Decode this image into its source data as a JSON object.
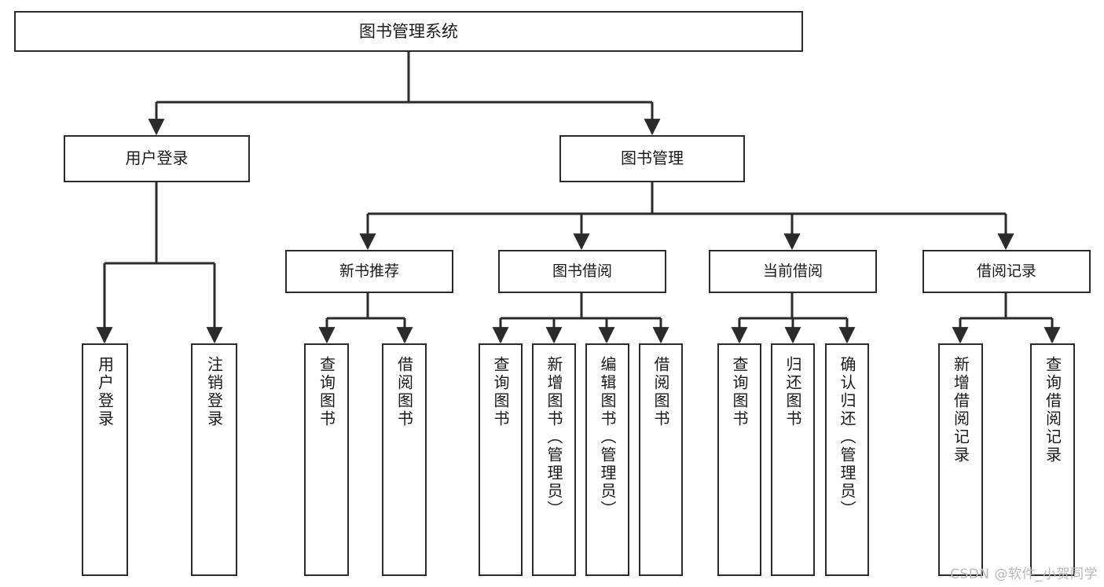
{
  "diagram": {
    "title": "图书管理系统",
    "type": "tree",
    "colors": {
      "box_border": "#2b2b2b",
      "box_fill": "#ffffff",
      "line": "#2b2b2b",
      "text": "#1a1a1a",
      "watermark": "#b9b9b9",
      "background": "#ffffff"
    },
    "nodes": {
      "root": {
        "label": "图书管理系统"
      },
      "level1": [
        {
          "id": "user-login",
          "label": "用户登录"
        },
        {
          "id": "book-manage",
          "label": "图书管理"
        }
      ],
      "level2": [
        {
          "id": "new-book-rec",
          "label": "新书推荐"
        },
        {
          "id": "book-borrow",
          "label": "图书借阅"
        },
        {
          "id": "current-borrow",
          "label": "当前借阅"
        },
        {
          "id": "borrow-record",
          "label": "借阅记录"
        }
      ],
      "leaves": {
        "user-login": [
          {
            "id": "leaf-user-login",
            "label": "用户登录"
          },
          {
            "id": "leaf-logout",
            "label": "注销登录"
          }
        ],
        "new-book-rec": [
          {
            "id": "leaf-query-book-1",
            "label": "查询图书"
          },
          {
            "id": "leaf-borrow-book-1",
            "label": "借阅图书"
          }
        ],
        "book-borrow": [
          {
            "id": "leaf-query-book-2",
            "label": "查询图书"
          },
          {
            "id": "leaf-add-book",
            "label": "新增图书（管理员）"
          },
          {
            "id": "leaf-edit-book",
            "label": "编辑图书（管理员）"
          },
          {
            "id": "leaf-borrow-book-2",
            "label": "借阅图书"
          }
        ],
        "current-borrow": [
          {
            "id": "leaf-query-book-3",
            "label": "查询图书"
          },
          {
            "id": "leaf-return-book",
            "label": "归还图书"
          },
          {
            "id": "leaf-confirm-return",
            "label": "确认归还（管理员）"
          }
        ],
        "borrow-record": [
          {
            "id": "leaf-add-record",
            "label": "新增借阅记录"
          },
          {
            "id": "leaf-query-record",
            "label": "查询借阅记录"
          }
        ]
      }
    },
    "watermark": "CSDN @软件_小贺同学"
  }
}
